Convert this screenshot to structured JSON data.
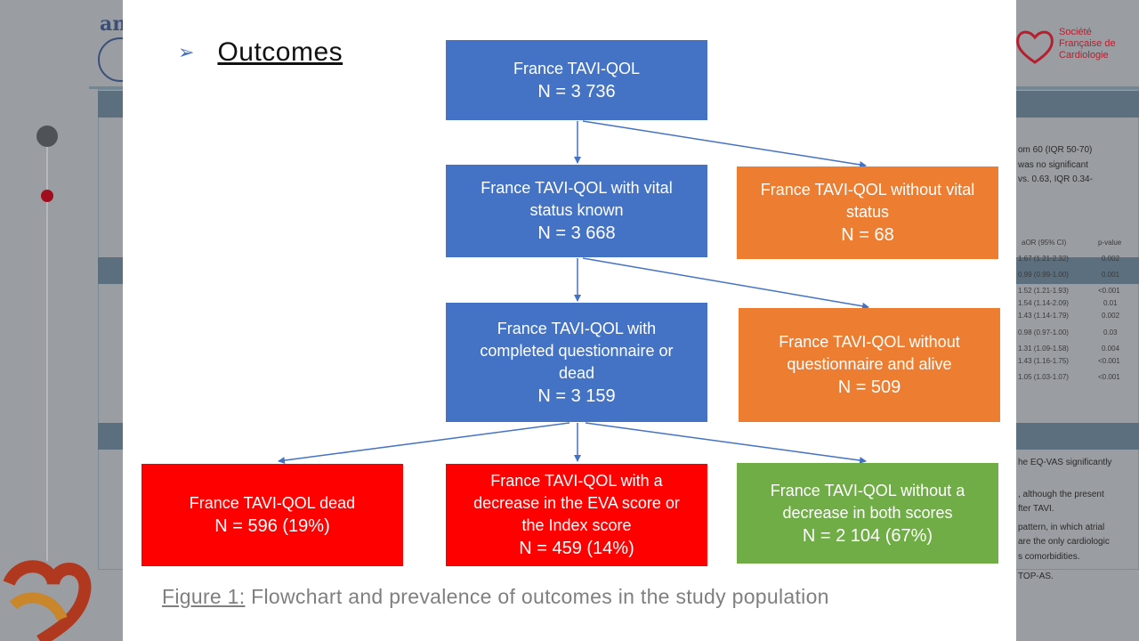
{
  "section": {
    "bullet": "➢",
    "title": "Outcomes"
  },
  "nodes": {
    "total": {
      "title": "France TAVI-QOL",
      "n": "N = 3 736"
    },
    "vital_known": {
      "title": "France TAVI-QOL with vital status known",
      "n": "N = 3 668"
    },
    "vital_unknown": {
      "title": "France TAVI-QOL without vital status",
      "n": "N = 68"
    },
    "completed": {
      "title": "France TAVI-QOL with completed questionnaire or dead",
      "n": "N = 3 159"
    },
    "no_questionnaire": {
      "title": "France TAVI-QOL without questionnaire and alive",
      "n": "N = 509"
    },
    "dead": {
      "title": "France TAVI-QOL dead",
      "n": "N = 596 (19%)"
    },
    "decrease": {
      "title": "France TAVI-QOL with a decrease in the EVA score or the Index score",
      "n": "N = 459 (14%)"
    },
    "no_decrease": {
      "title": "France TAVI-QOL without a decrease in both scores",
      "n": "N = 2 104 (67%)"
    }
  },
  "caption": {
    "label": "Figure 1:",
    "text": " Flowchart and prevalence of outcomes in the study population"
  },
  "colors": {
    "blue": "#4472c4",
    "orange": "#ed7d31",
    "red": "#ff0000",
    "green": "#70ad47"
  },
  "background": {
    "logo_text": "an",
    "sfc_name": "Société Française de Cardiologie",
    "right_text": [
      "om 60 (IQR 50-70)",
      "was no significant",
      "vs. 0.63, IQR 0.34-",
      "he EQ-VAS significantly",
      ", although the present",
      "fter TAVI.",
      "pattern, in which atrial",
      "are the only cardiologic",
      "s comorbidities.",
      "TOP-AS."
    ],
    "table_header": [
      "aOR (95% CI)",
      "p-value"
    ],
    "table_rows": [
      [
        "1.67 (1.21-2.32)",
        "0.002"
      ],
      [
        "0.99 (0.99-1.00)",
        "0.001"
      ],
      [
        "1.52 (1.21-1.93)",
        "<0.001"
      ],
      [
        "1.54 (1.14-2.09)",
        "0.01"
      ],
      [
        "1.43 (1.14-1.79)",
        "0.002"
      ],
      [
        "0.98 (0.97-1.00)",
        "0.03"
      ],
      [
        "1.31 (1.09-1.58)",
        "0.004"
      ],
      [
        "1.43 (1.16-1.75)",
        "<0.001"
      ],
      [
        "1.05 (1.03-1.07)",
        "<0.001"
      ]
    ]
  }
}
